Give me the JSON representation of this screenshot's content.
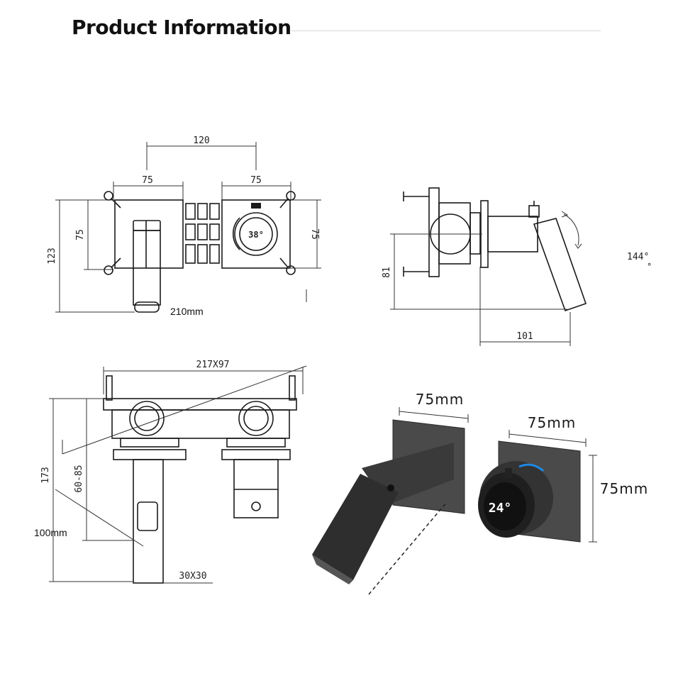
{
  "header": {
    "title": "Product Information"
  },
  "top_view": {
    "dim_total_width": "120",
    "dim_left": "75",
    "dim_right": "75",
    "dim_height_total": "123",
    "dim_height_left": "75",
    "dim_height_right": "75",
    "display_temp": "38°",
    "spout_length_note": "210mm"
  },
  "side_view": {
    "dim_height": "81",
    "dim_depth": "101",
    "rotation": "144°"
  },
  "front_view": {
    "box_size": "217X97",
    "dim_total": "173",
    "dim_range": "60-85",
    "spout_section": "30X30",
    "drop_note": "100mm"
  },
  "photo": {
    "spout_plate_size": "75mm",
    "valve_plate_width": "75mm",
    "valve_plate_height": "75mm",
    "display_temp": "24°",
    "colors": {
      "body": "#3a3a3a",
      "plate": "#4a4a4a",
      "display": "#111111",
      "accent": "#1e88e5"
    }
  }
}
